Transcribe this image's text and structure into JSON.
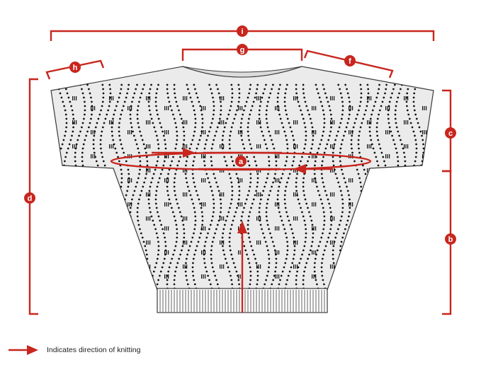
{
  "colors": {
    "accent": "#c8261e",
    "garment_fill": "#ebebeb",
    "outline": "#3a3a3a",
    "lace": "#111111"
  },
  "labels": {
    "a": "a",
    "b": "b",
    "c": "c",
    "d": "d",
    "f": "f",
    "g": "g",
    "h": "h",
    "i": "i"
  },
  "legend": {
    "icon": "red-arrow-icon",
    "text": "Indicates direction of knitting"
  }
}
